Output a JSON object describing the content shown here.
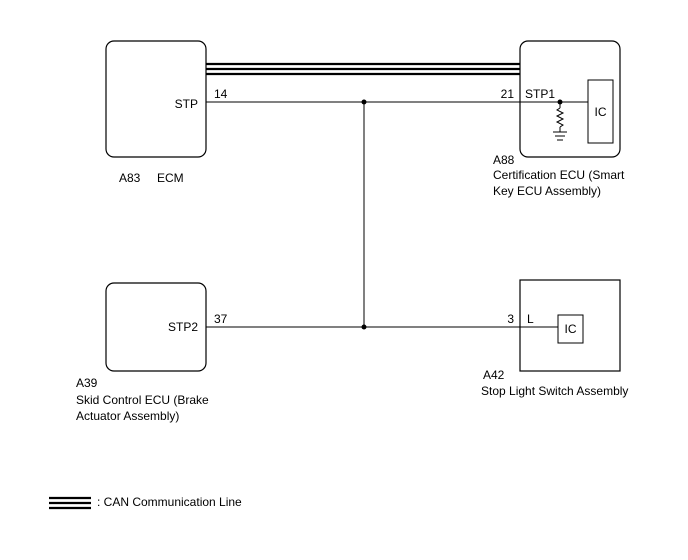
{
  "ecm": {
    "code": "A83",
    "name": "ECM",
    "terminal_name": "STP",
    "terminal_pin": "14"
  },
  "cert_ecu": {
    "code": "A88",
    "name_line1": "Certification ECU (Smart",
    "name_line2": "Key ECU Assembly)",
    "terminal_name": "STP1",
    "terminal_pin": "21",
    "ic_label": "IC"
  },
  "skid_ecu": {
    "code": "A39",
    "name_line1": "Skid Control ECU (Brake",
    "name_line2": "Actuator Assembly)",
    "terminal_name": "STP2",
    "terminal_pin": "37"
  },
  "stop_switch": {
    "code": "A42",
    "name": "Stop Light Switch Assembly",
    "terminal_name": "L",
    "terminal_pin": "3",
    "ic_label": "IC"
  },
  "legend": {
    "can_label": ": CAN Communication Line"
  }
}
